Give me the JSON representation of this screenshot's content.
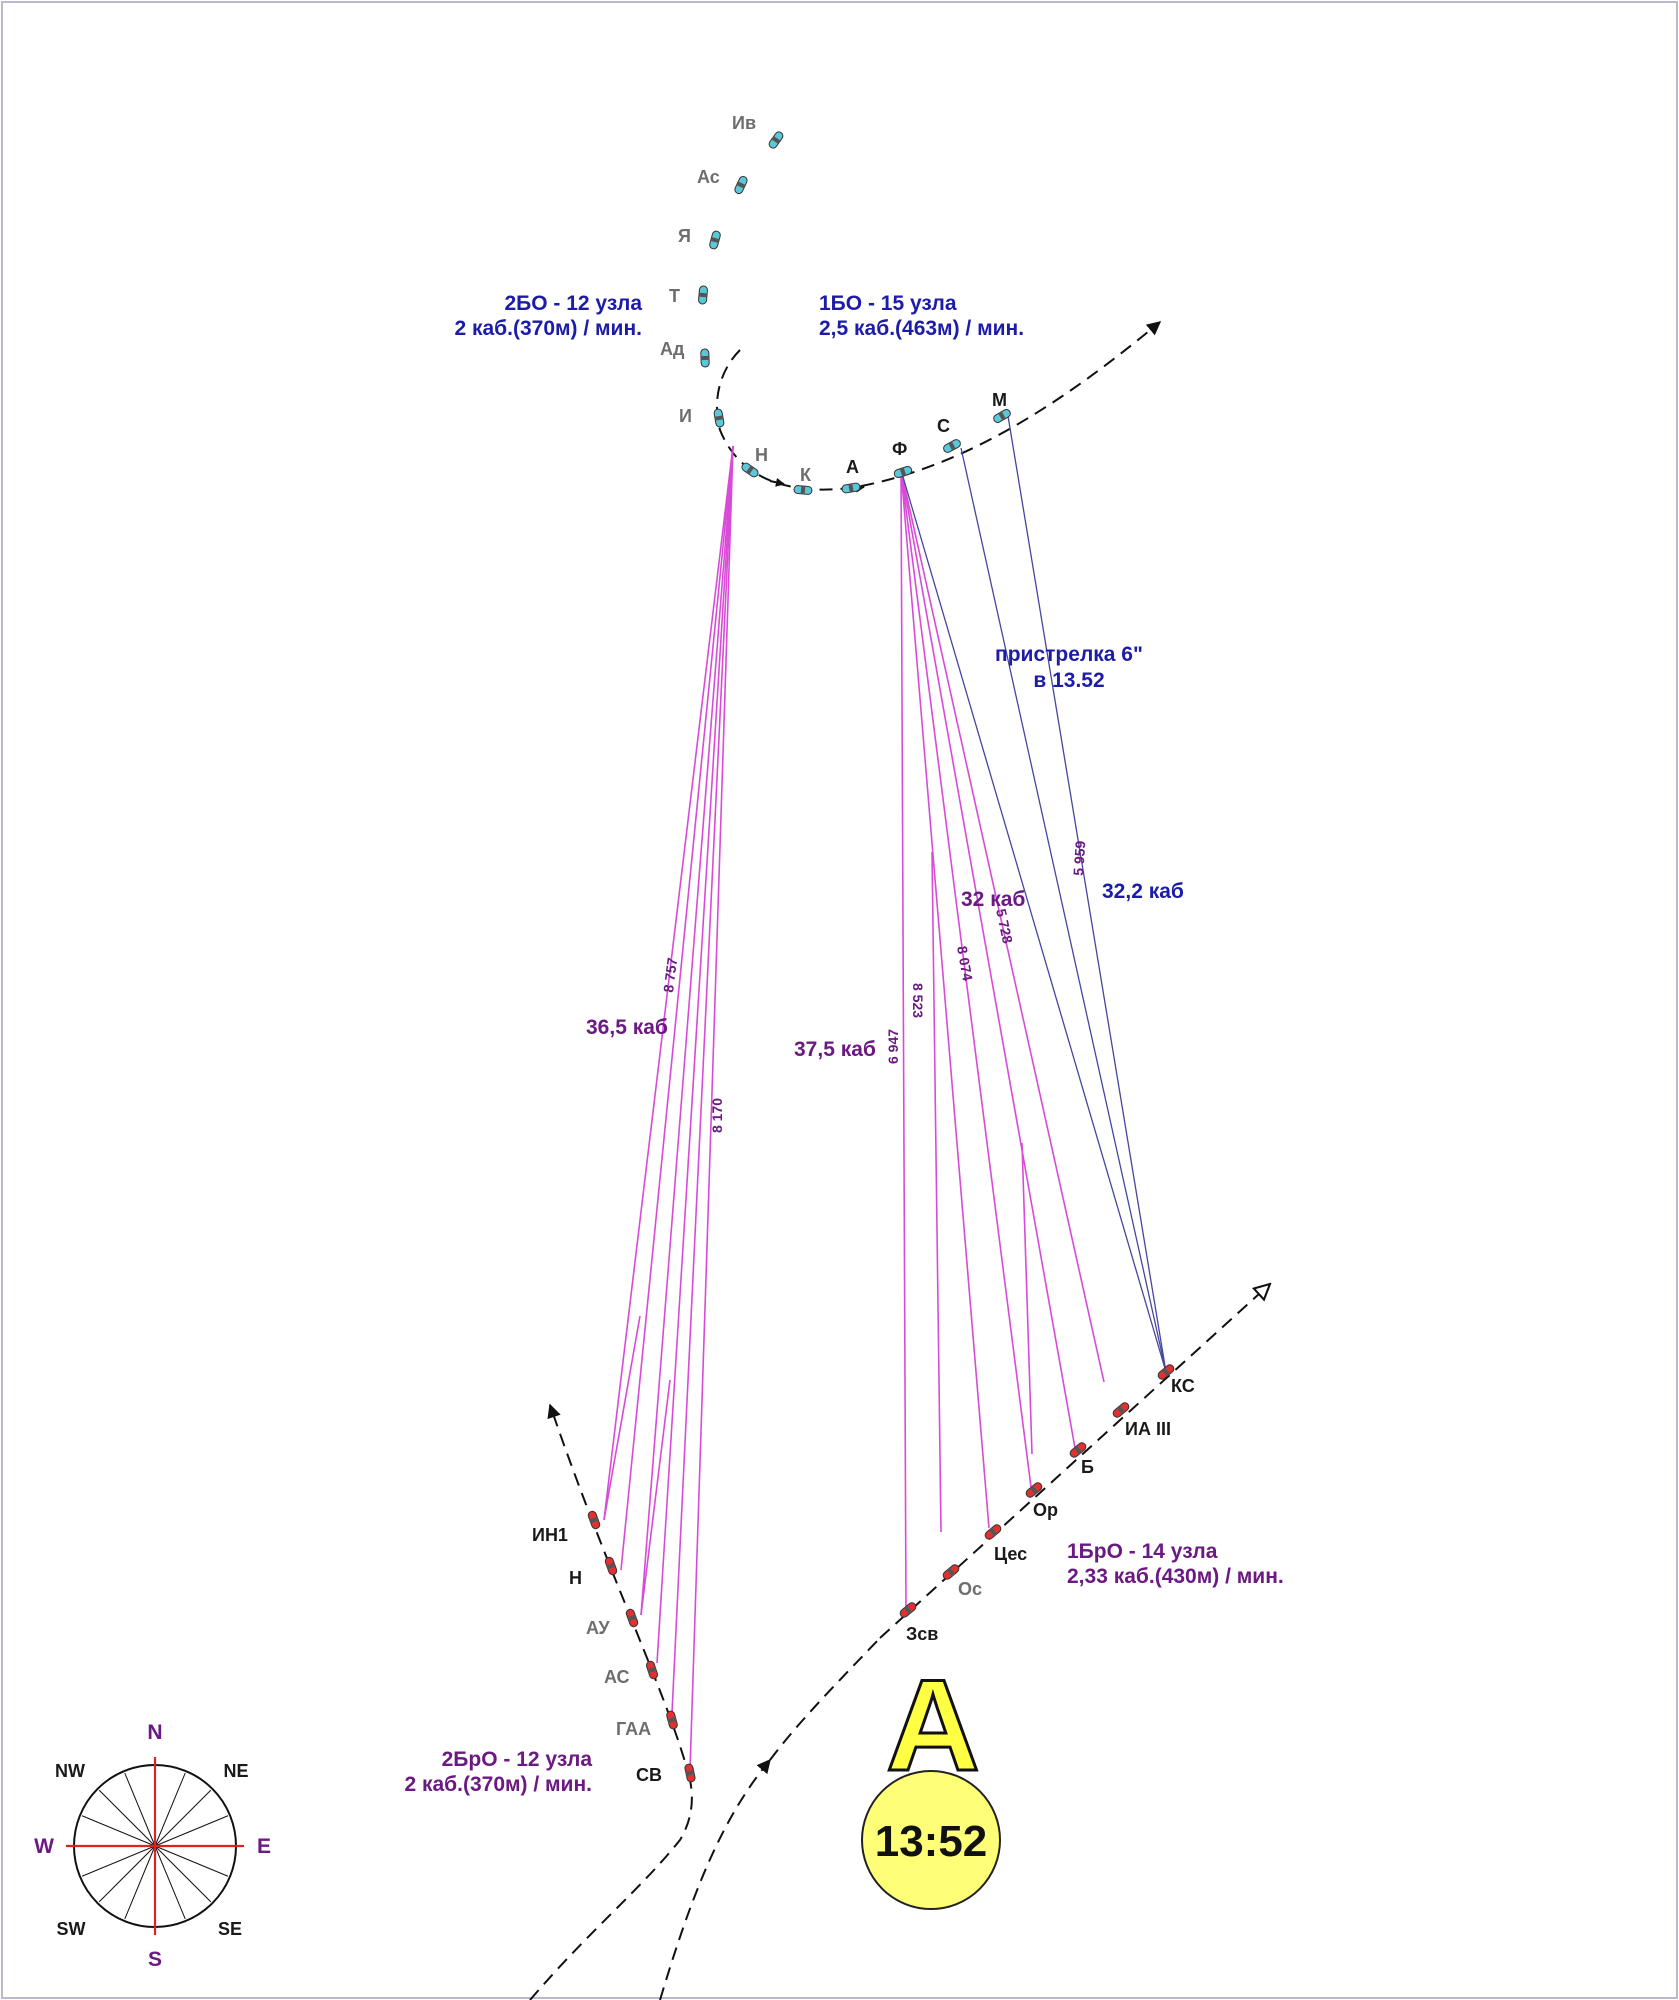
{
  "russian_squadron_2": {
    "title": "2БО - 12 узла",
    "speed": "2 каб.(370м) / мин.",
    "ships": [
      "Ив",
      "Ас",
      "Я",
      "Т",
      "Ад",
      "И"
    ]
  },
  "russian_squadron_1": {
    "title": "1БО - 15 узла",
    "speed": "2,5 каб.(463м) / мин.",
    "ships": [
      "Н",
      "К",
      "А",
      "Ф",
      "С",
      "М"
    ]
  },
  "japanese_squadron_1": {
    "title": "1БрО - 14 узла",
    "speed": "2,33 каб.(430м) / мин.",
    "ships": [
      "КС",
      "ИА III",
      "Б",
      "Ор",
      "Цес",
      "Ос",
      "Зсв"
    ]
  },
  "japanese_squadron_2": {
    "title": "2БрО - 12 узла",
    "speed": "2 каб.(370м) / мин.",
    "ships": [
      "ИН1",
      "Н",
      "АУ",
      "АС",
      "ГАА",
      "СВ"
    ]
  },
  "annotation": {
    "line1": "пристрелка 6\"",
    "line2": "в 13.52"
  },
  "distances": {
    "d36_5": "36,5 каб",
    "d37_5": "37,5 каб",
    "d32": "32 каб",
    "d32_2": "32,2 каб",
    "r8757": "8 757",
    "r8170": "8 170",
    "r6947": "6 947",
    "r8523": "8 523",
    "r8074": "8 074",
    "r5728": "5 728",
    "r5959": "5 959"
  },
  "phase": {
    "letter": "А",
    "time": "13:52"
  },
  "compass": {
    "n": "N",
    "s": "S",
    "e": "E",
    "w": "W",
    "ne": "NE",
    "nw": "NW",
    "se": "SE",
    "sw": "SW"
  },
  "colors": {
    "ship_russian": "#5ac8d8",
    "ship_japanese": "#e03030",
    "fire_main": "#d84bd8",
    "fire_secondary": "#46469e",
    "clock": "#ffff77",
    "letter": "#ffff44"
  }
}
